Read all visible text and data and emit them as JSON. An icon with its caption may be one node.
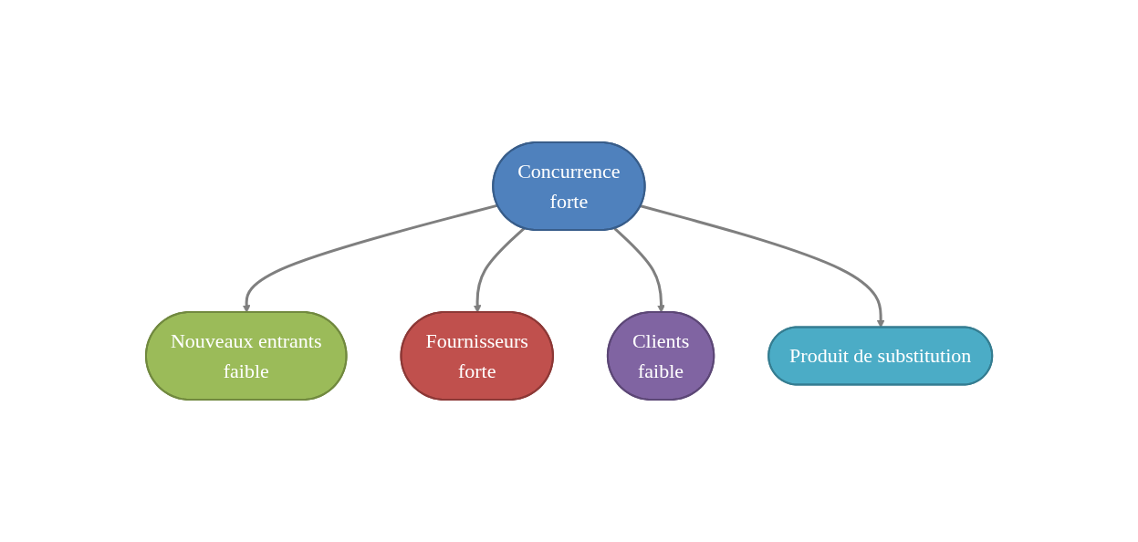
{
  "diagram": {
    "nodes": [
      {
        "text": [
          "Nouveaux entrants",
          "faible"
        ]
      },
      {
        "text": [
          "Fournisseurs",
          "forte"
        ]
      },
      {
        "text": [
          "Concurrence",
          "forte"
        ]
      },
      {
        "text": [
          "Clients",
          "faible"
        ]
      },
      {
        "text": [
          "Produit de substitution"
        ]
      }
    ],
    "edges": [
      {
        "from": 2,
        "to": 0,
        "arrow": "to"
      },
      {
        "from": 2,
        "to": 1,
        "arrow": "to"
      },
      {
        "from": 2,
        "to": 3,
        "arrow": "to"
      },
      {
        "from": 2,
        "to": 4,
        "arrow": "to"
      }
    ]
  }
}
